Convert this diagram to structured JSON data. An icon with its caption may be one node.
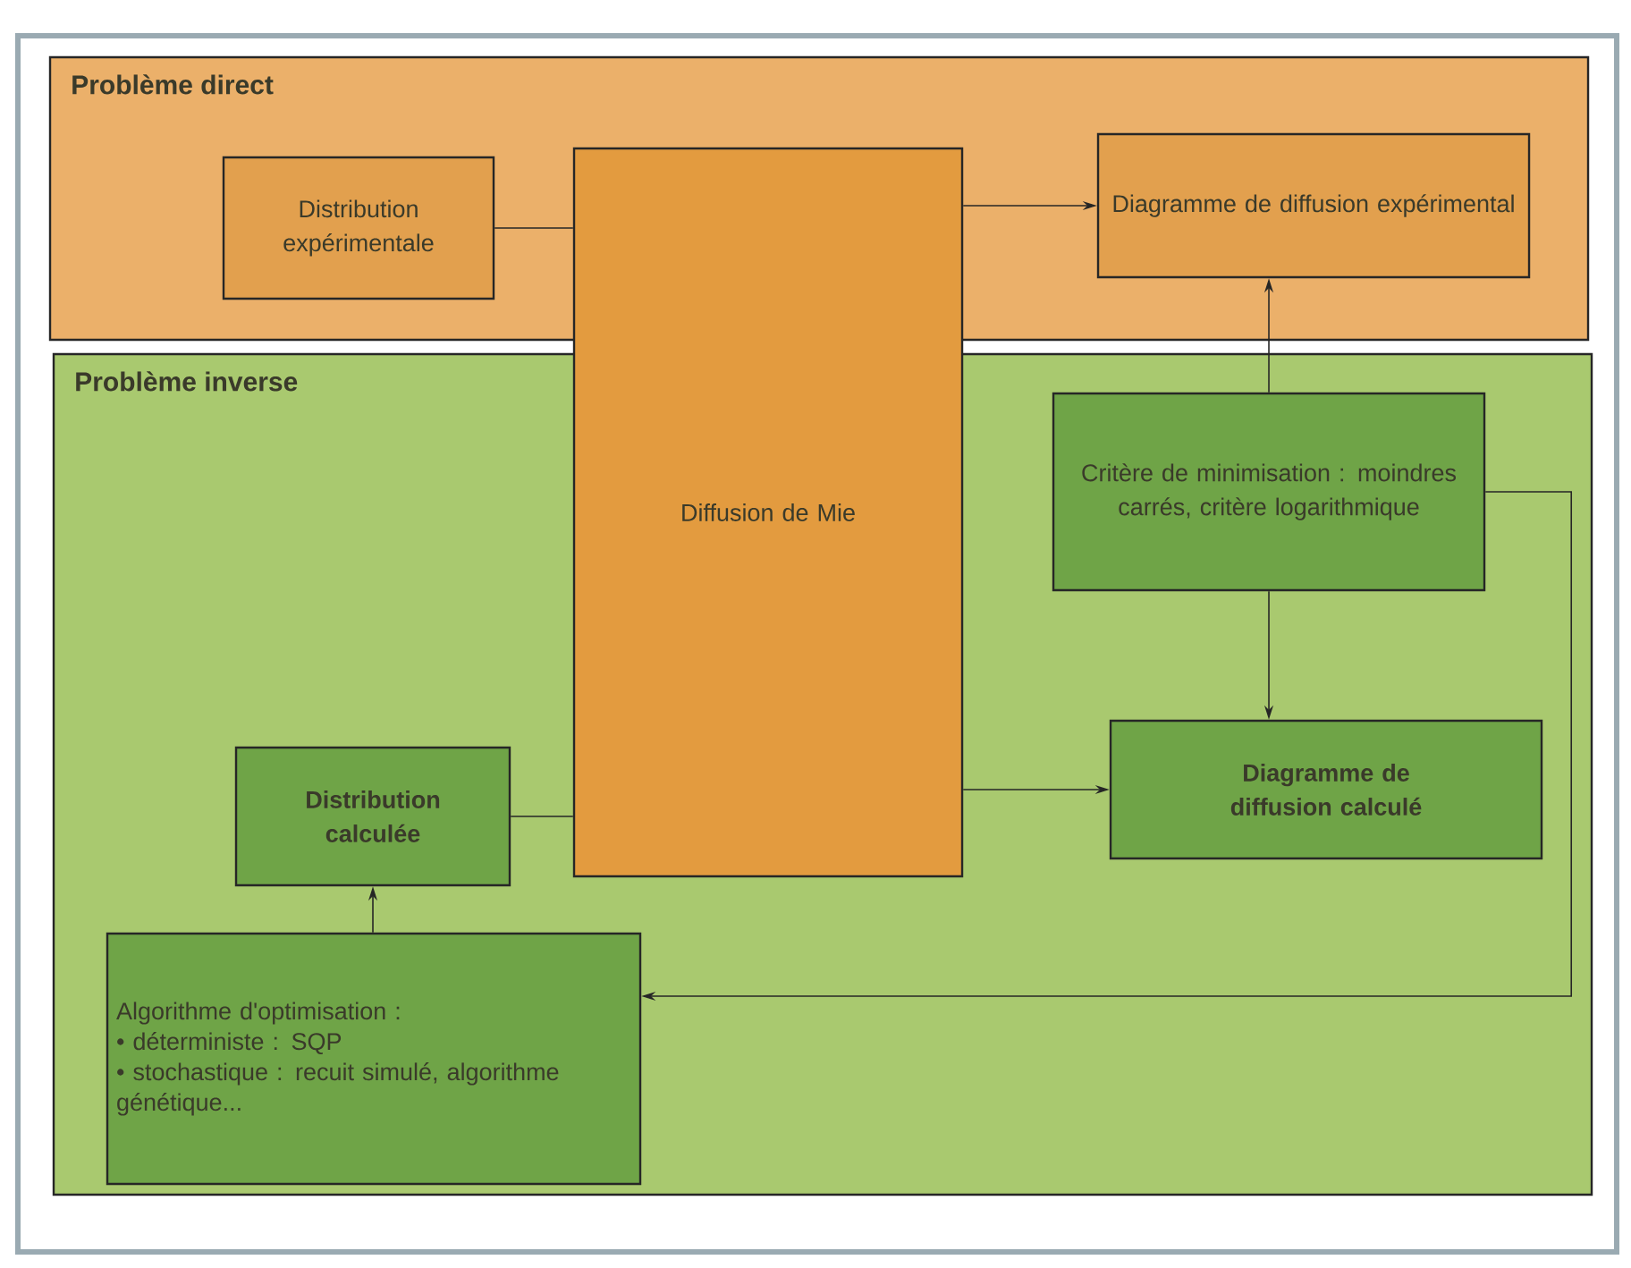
{
  "diagram": {
    "nodes": [
      {
        "text": [
          "Problème direct"
        ]
      },
      {
        "text": [
          "Distribution expérimentale"
        ],
        "in": 0
      },
      {
        "text": [
          "Diagramme de diffusion expérimental"
        ],
        "in": 0
      },
      {
        "text": [
          "Problème inverse"
        ]
      },
      {
        "text": [
          "Diffusion de Mie"
        ]
      },
      {
        "text": [
          "Critère de minimisation : moindres carrés, critère logarithmique"
        ],
        "in": 3
      },
      {
        "text": [
          "Distribution calculée"
        ],
        "in": 3
      },
      {
        "text": [
          "Diagramme de diffusion calculé"
        ],
        "in": 3
      },
      {
        "text": [
          "Algorithme d'optimisation :",
          "• déterministe : SQP",
          "• stochastique : recuit simulé, algorithme génétique..."
        ],
        "in": 3
      }
    ],
    "edges": [
      {
        "from": 1,
        "to": 4,
        "arrow": "none"
      },
      {
        "from": 4,
        "to": 2,
        "arrow": "to"
      },
      {
        "from": 5,
        "to": 2,
        "arrow": "to"
      },
      {
        "from": 5,
        "to": 7,
        "arrow": "to"
      },
      {
        "from": 6,
        "to": 4,
        "arrow": "none"
      },
      {
        "from": 4,
        "to": 7,
        "arrow": "to"
      },
      {
        "from": 8,
        "to": 6,
        "arrow": "to"
      },
      {
        "from": 5,
        "to": 8,
        "arrow": "to"
      }
    ]
  }
}
